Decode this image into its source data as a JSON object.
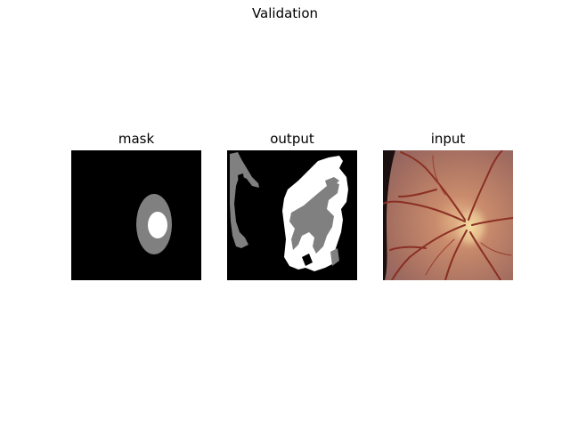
{
  "figure": {
    "title": "Validation"
  },
  "panels": [
    {
      "title": "mask",
      "content": "mask-image"
    },
    {
      "title": "output",
      "content": "output-image"
    },
    {
      "title": "input",
      "content": "input-image"
    }
  ],
  "colors": {
    "background": "#000000",
    "gray_region": "#808080",
    "white_region": "#ffffff",
    "retina_base": "#a8745f",
    "optic_disc": "#e8c98a",
    "vessel": "#8a2f24"
  }
}
